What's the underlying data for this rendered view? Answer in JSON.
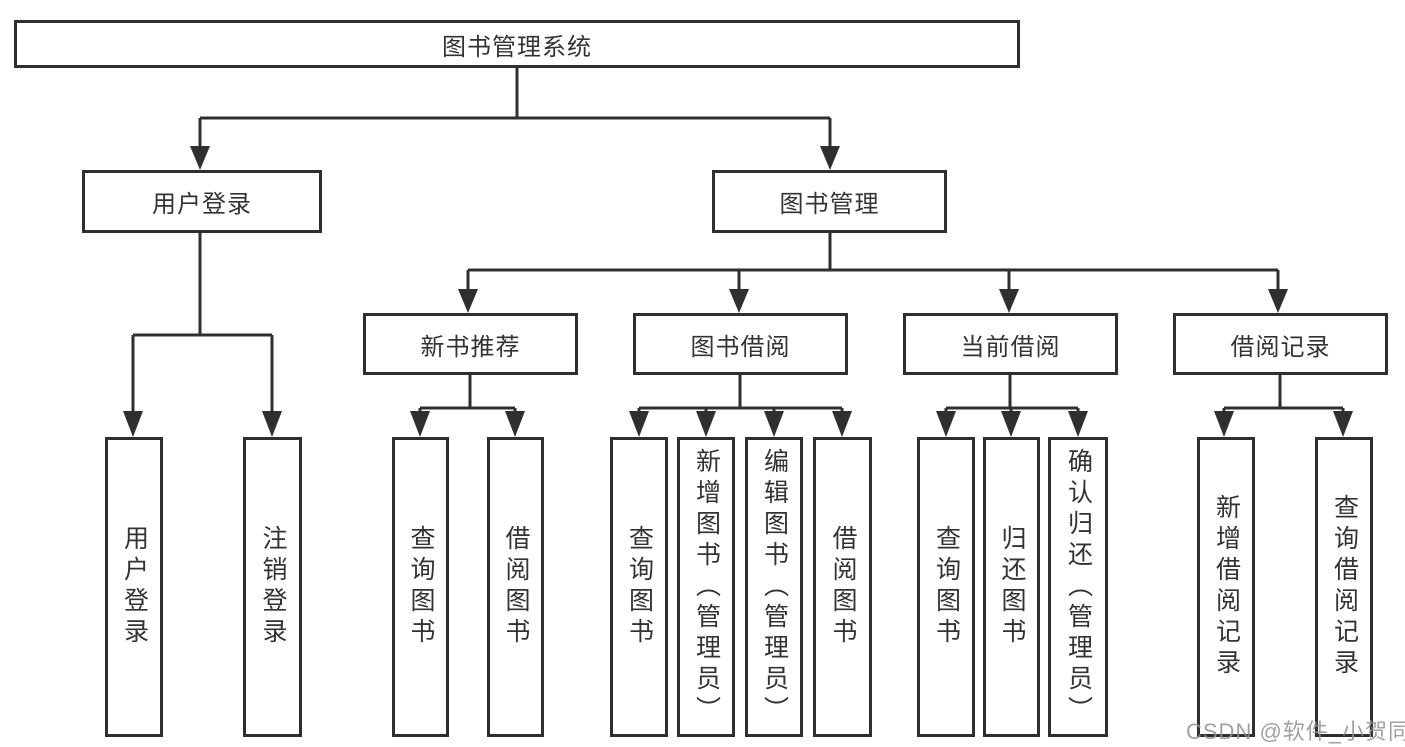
{
  "diagram": {
    "type": "hierarchy-tree",
    "title": "图书管理系统",
    "colors": {
      "background": "#ffffff",
      "box_border": "#2f2f2f",
      "box_fill": "#ffffff",
      "line": "#2f2f2f",
      "text": "#333333",
      "watermark": "#919191"
    },
    "tree": {
      "label": "图书管理系统",
      "children": [
        {
          "label": "用户登录",
          "children": [
            {
              "label": "用户登录"
            },
            {
              "label": "注销登录"
            }
          ]
        },
        {
          "label": "图书管理",
          "children": [
            {
              "label": "新书推荐",
              "children": [
                {
                  "label": "查询图书"
                },
                {
                  "label": "借阅图书"
                }
              ]
            },
            {
              "label": "图书借阅",
              "children": [
                {
                  "label": "查询图书"
                },
                {
                  "label": "新增图书（管理员）"
                },
                {
                  "label": "编辑图书（管理员）"
                },
                {
                  "label": "借阅图书"
                }
              ]
            },
            {
              "label": "当前借阅",
              "children": [
                {
                  "label": "查询图书"
                },
                {
                  "label": "归还图书"
                },
                {
                  "label": "确认归还（管理员）"
                }
              ]
            },
            {
              "label": "借阅记录",
              "children": [
                {
                  "label": "新增借阅记录"
                },
                {
                  "label": "查询借阅记录"
                }
              ]
            }
          ]
        }
      ]
    },
    "watermark": {
      "text": "CSDN @软件_小贺同学"
    }
  }
}
